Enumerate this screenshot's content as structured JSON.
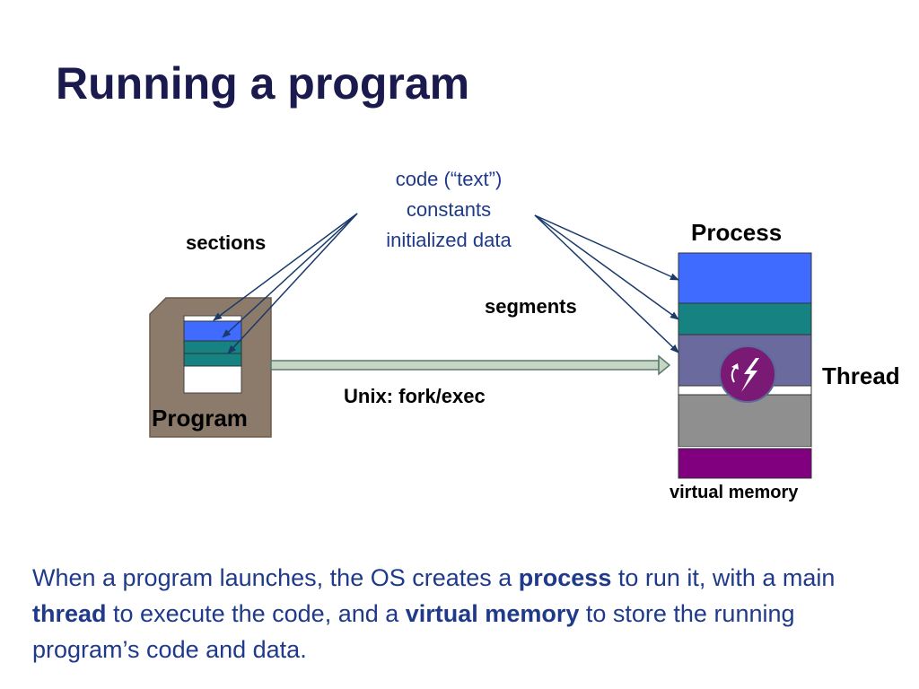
{
  "title": "Running a program",
  "labels": {
    "content_lines": [
      "code (“text”)",
      "constants",
      "initialized data"
    ],
    "sections": "sections",
    "segments": "segments",
    "process": "Process",
    "thread": "Thread",
    "program": "Program",
    "fork_exec": "Unix: fork/exec",
    "virtual_memory": "virtual memory"
  },
  "caption": {
    "part1": "When a program launches, the OS creates a ",
    "process": "process",
    "part2": " to run it, with a main ",
    "thread": "thread",
    "part3": " to execute the code, and a ",
    "virtual_memory": "virtual memory",
    "part4": " to store the running program’s code and data."
  },
  "colors": {
    "title": "#1a1a4e",
    "text_blue": "#1f3a8a",
    "code_block": "#3f6cff",
    "constants_block": "#168281",
    "data_block": "#6a6a9e",
    "heap_block": "#8f8f8f",
    "stack_block": "#800080",
    "program_file": "#8c7b6b",
    "thread_circle": "#7b1a74",
    "arrow": "#1a3a6a"
  },
  "icons": {
    "thread": "lightning-bolt-icon"
  }
}
